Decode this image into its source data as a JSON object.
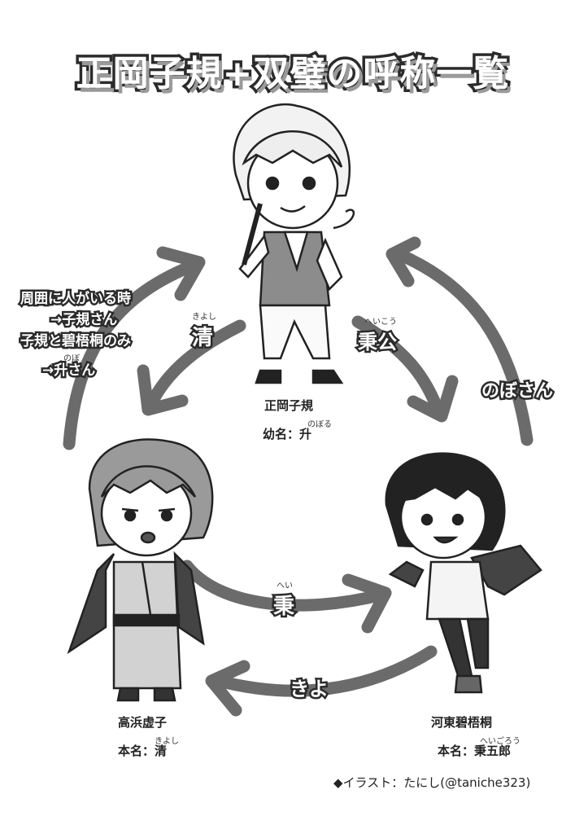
{
  "title": "正岡子規+双璧の呼称一覧",
  "characters": {
    "shiki": {
      "name": "正岡子規",
      "alt_label": "幼名：升",
      "alt_ruby": "のぼる"
    },
    "kyoshi": {
      "name": "高浜虚子",
      "alt_label": "本名：清",
      "alt_ruby": "きよし"
    },
    "hekigoto": {
      "name": "河東碧梧桐",
      "alt_label": "本名：秉五郎",
      "alt_ruby": "へいごろう"
    }
  },
  "labels": {
    "left_note": [
      "周囲に人がいる時",
      "→子規さん",
      "子規と碧梧桐のみ",
      "→升さん"
    ],
    "left_note_ruby": "のぼ",
    "shiki_to_kyoshi": "清",
    "shiki_to_kyoshi_ruby": "きよし",
    "shiki_to_hekigoto": "秉公",
    "shiki_to_hekigoto_ruby": "へいこう",
    "hekigoto_to_shiki": "のぼさん",
    "kyoshi_to_hekigoto": "秉",
    "kyoshi_to_hekigoto_ruby": "へい",
    "hekigoto_to_kyoshi": "きよ"
  },
  "credit": "◆イラスト：たにし(@taniche323)"
}
